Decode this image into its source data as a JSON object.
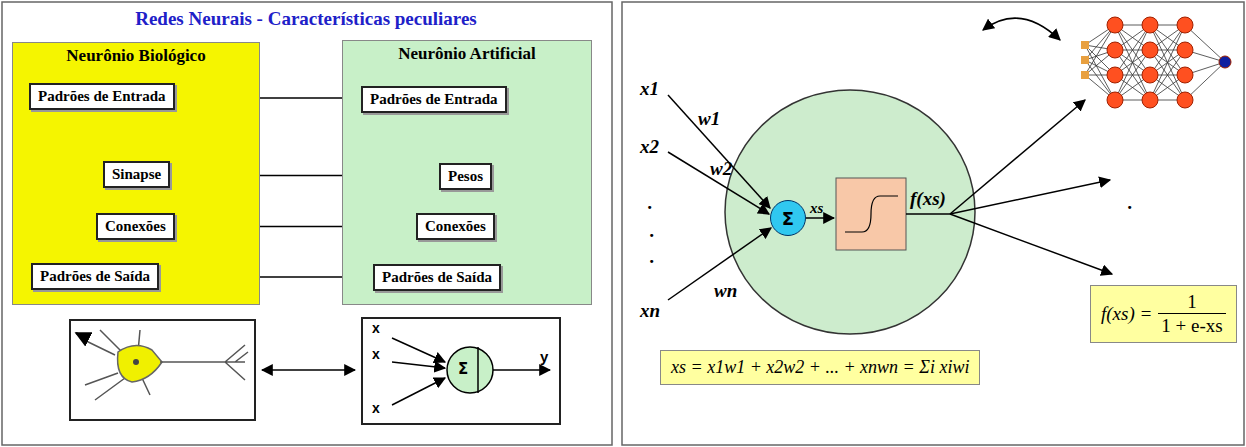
{
  "diagram": {
    "title": "Redes Neurais - Características peculiares",
    "nodes": [
      {
        "text": [
          "Neurônio Biológico"
        ]
      },
      {
        "text": [
          "Padrões de Entrada"
        ],
        "in": 0
      },
      {
        "text": [
          "Sinapse"
        ],
        "in": 0
      },
      {
        "text": [
          "Conexões"
        ],
        "in": 0
      },
      {
        "text": [
          "Padrões de Saída"
        ],
        "in": 0
      },
      {
        "text": [
          "Neurônio Artificial"
        ]
      },
      {
        "text": [
          "Padrões de Entrada"
        ],
        "in": 5
      },
      {
        "text": [
          "Pesos"
        ],
        "in": 5
      },
      {
        "text": [
          "Conexões"
        ],
        "in": 5
      },
      {
        "text": [
          "Padrões de Saída"
        ],
        "in": 5
      },
      {
        "text": [
          "Σ"
        ]
      },
      {
        "text": [
          "f(xs) =",
          "1",
          "1 + e-xs"
        ]
      },
      {
        "text": [
          "xs = x1w1 + x2w2 + ... + xnwn = Σi xiwi"
        ]
      }
    ],
    "edges": [
      {
        "from": 1,
        "to": 6,
        "arrow": "both"
      },
      {
        "from": 2,
        "to": 7,
        "arrow": "both"
      },
      {
        "from": 3,
        "to": 8,
        "arrow": "both"
      },
      {
        "from": 4,
        "to": 9,
        "arrow": "both"
      }
    ],
    "labels": [
      "x",
      "x",
      "x",
      "Σ",
      "y",
      "x1",
      "w1",
      "x2",
      "w2",
      ".",
      ".",
      ".",
      "xn",
      "wn",
      "xs",
      "f(xs)",
      "."
    ]
  }
}
